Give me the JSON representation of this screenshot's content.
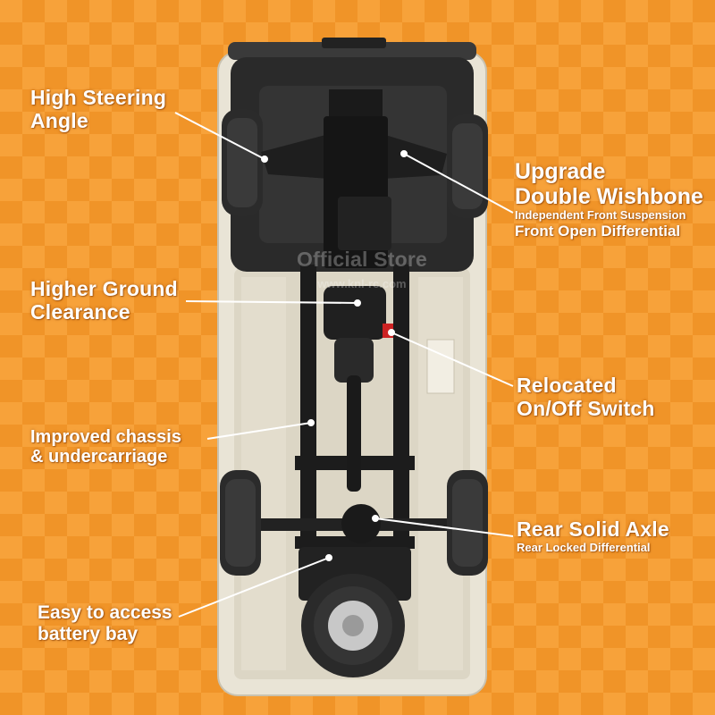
{
  "labels": {
    "steering": [
      "High Steering",
      "Angle"
    ],
    "wishbone_line1": "Upgrade",
    "wishbone_line2": "Double Wishbone",
    "wishbone_line3": "Independent Front Suspension",
    "wishbone_line4": "Front Open Differential",
    "ground": [
      "Higher Ground",
      "Clearance"
    ],
    "switch": [
      "Relocated",
      "On/Off Switch"
    ],
    "chassis": [
      "Improved chassis",
      "& undercarriage"
    ],
    "axle_line1": "Rear Solid Axle",
    "axle_line2": "Rear Locked Differential",
    "battery": [
      "Easy to access",
      "battery bay"
    ]
  },
  "watermark": {
    "line1": "Official Store",
    "line2": "www.knl-rc.com"
  },
  "colors": {
    "background": "#f7a23a",
    "checker": "#f09428",
    "body_shell": "#e9e4d6",
    "frame": "#1c1c1c",
    "tire": "#2b2b2b"
  }
}
